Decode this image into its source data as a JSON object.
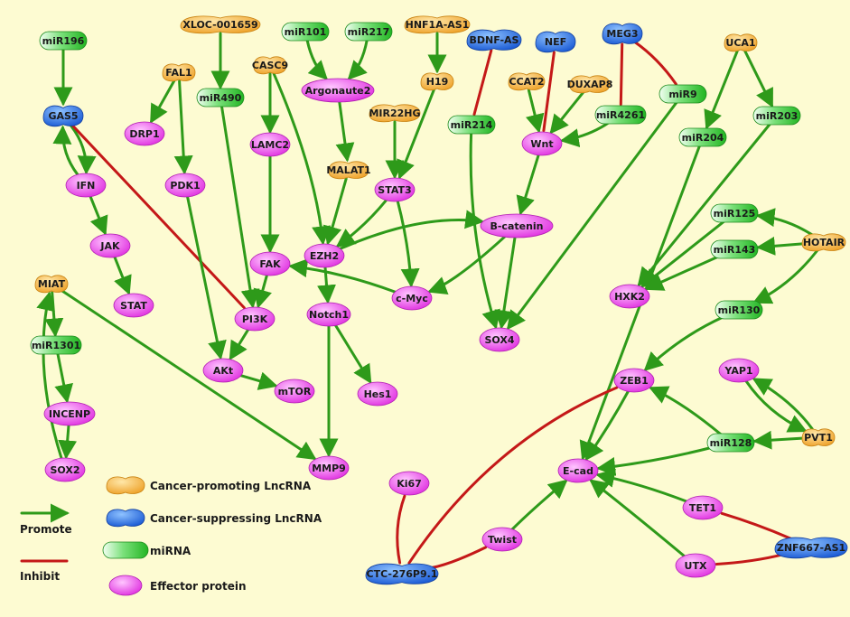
{
  "colors": {
    "background": "#fdfbd2",
    "promote": "#2e9a1a",
    "inhibit": "#c41818",
    "lnc_promoting": "#f5b83a",
    "lnc_suppressing": "#1f6fe0",
    "mirna": "#3ccf3c",
    "effector": "#ee40ee"
  },
  "nodes": [
    {
      "id": "miR196",
      "label": "miR196",
      "kind": "mirna"
    },
    {
      "id": "GAS5",
      "label": "GAS5",
      "kind": "lnc_suppressing"
    },
    {
      "id": "IFN",
      "label": "IFN",
      "kind": "effector"
    },
    {
      "id": "JAK",
      "label": "JAK",
      "kind": "effector"
    },
    {
      "id": "STAT",
      "label": "STAT",
      "kind": "effector"
    },
    {
      "id": "FAL1",
      "label": "FAL1",
      "kind": "lnc_promoting"
    },
    {
      "id": "DRP1",
      "label": "DRP1",
      "kind": "effector"
    },
    {
      "id": "PDK1",
      "label": "PDK1",
      "kind": "effector"
    },
    {
      "id": "XLOC",
      "label": "XLOC-001659",
      "kind": "lnc_promoting"
    },
    {
      "id": "miR490",
      "label": "miR490",
      "kind": "mirna"
    },
    {
      "id": "CASC9",
      "label": "CASC9",
      "kind": "lnc_promoting"
    },
    {
      "id": "LAMC2",
      "label": "LAMC2",
      "kind": "effector"
    },
    {
      "id": "miR101",
      "label": "miR101",
      "kind": "mirna"
    },
    {
      "id": "miR217",
      "label": "miR217",
      "kind": "mirna"
    },
    {
      "id": "Argonaute2",
      "label": "Argonaute2",
      "kind": "effector"
    },
    {
      "id": "HNF1A",
      "label": "HNF1A-AS1",
      "kind": "lnc_promoting"
    },
    {
      "id": "H19",
      "label": "H19",
      "kind": "lnc_promoting"
    },
    {
      "id": "MIR22HG",
      "label": "MIR22HG",
      "kind": "lnc_promoting"
    },
    {
      "id": "MALAT1",
      "label": "MALAT1",
      "kind": "lnc_promoting"
    },
    {
      "id": "STAT3",
      "label": "STAT3",
      "kind": "effector"
    },
    {
      "id": "BDNF",
      "label": "BDNF-AS",
      "kind": "lnc_suppressing"
    },
    {
      "id": "miR214",
      "label": "miR214",
      "kind": "mirna"
    },
    {
      "id": "NEF",
      "label": "NEF",
      "kind": "lnc_suppressing"
    },
    {
      "id": "CCAT2",
      "label": "CCAT2",
      "kind": "lnc_promoting"
    },
    {
      "id": "DUXAP8",
      "label": "DUXAP8",
      "kind": "lnc_promoting"
    },
    {
      "id": "MEG3",
      "label": "MEG3",
      "kind": "lnc_suppressing"
    },
    {
      "id": "miR4261",
      "label": "miR4261",
      "kind": "mirna"
    },
    {
      "id": "miR9",
      "label": "miR9",
      "kind": "mirna"
    },
    {
      "id": "Wnt",
      "label": "Wnt",
      "kind": "effector"
    },
    {
      "id": "UCA1",
      "label": "UCA1",
      "kind": "lnc_promoting"
    },
    {
      "id": "miR204",
      "label": "miR204",
      "kind": "mirna"
    },
    {
      "id": "miR203",
      "label": "miR203",
      "kind": "mirna"
    },
    {
      "id": "Bcatenin",
      "label": "B-catenin",
      "kind": "effector"
    },
    {
      "id": "FAK",
      "label": "FAK",
      "kind": "effector"
    },
    {
      "id": "EZH2",
      "label": "EZH2",
      "kind": "effector"
    },
    {
      "id": "cMyc",
      "label": "c-Myc",
      "kind": "effector"
    },
    {
      "id": "PI3K",
      "label": "PI3K",
      "kind": "effector"
    },
    {
      "id": "AKt",
      "label": "AKt",
      "kind": "effector"
    },
    {
      "id": "mTOR",
      "label": "mTOR",
      "kind": "effector"
    },
    {
      "id": "Notch1",
      "label": "Notch1",
      "kind": "effector"
    },
    {
      "id": "Hes1",
      "label": "Hes1",
      "kind": "effector"
    },
    {
      "id": "MMP9",
      "label": "MMP9",
      "kind": "effector"
    },
    {
      "id": "SOX4",
      "label": "SOX4",
      "kind": "effector"
    },
    {
      "id": "miR125",
      "label": "miR125",
      "kind": "mirna"
    },
    {
      "id": "miR143",
      "label": "miR143",
      "kind": "mirna"
    },
    {
      "id": "HOTAIR",
      "label": "HOTAIR",
      "kind": "lnc_promoting"
    },
    {
      "id": "HXK2",
      "label": "HXK2",
      "kind": "effector"
    },
    {
      "id": "miR130",
      "label": "miR130",
      "kind": "mirna"
    },
    {
      "id": "MIAT",
      "label": "MIAT",
      "kind": "lnc_promoting"
    },
    {
      "id": "miR1301",
      "label": "miR1301",
      "kind": "mirna"
    },
    {
      "id": "INCENP",
      "label": "INCENP",
      "kind": "effector"
    },
    {
      "id": "SOX2",
      "label": "SOX2",
      "kind": "effector"
    },
    {
      "id": "ZEB1",
      "label": "ZEB1",
      "kind": "effector"
    },
    {
      "id": "YAP1",
      "label": "YAP1",
      "kind": "effector"
    },
    {
      "id": "PVT1",
      "label": "PVT1",
      "kind": "lnc_promoting"
    },
    {
      "id": "miR128",
      "label": "miR128",
      "kind": "mirna"
    },
    {
      "id": "Ecad",
      "label": "E-cad",
      "kind": "effector"
    },
    {
      "id": "Ki67",
      "label": "Ki67",
      "kind": "effector"
    },
    {
      "id": "TET1",
      "label": "TET1",
      "kind": "effector"
    },
    {
      "id": "Twist",
      "label": "Twist",
      "kind": "effector"
    },
    {
      "id": "UTX",
      "label": "UTX",
      "kind": "effector"
    },
    {
      "id": "ZNF667",
      "label": "ZNF667-AS1",
      "kind": "lnc_suppressing"
    },
    {
      "id": "CTC",
      "label": "CTC-276P9.1",
      "kind": "lnc_suppressing"
    }
  ],
  "edges": [
    {
      "from": "miR196",
      "to": "GAS5",
      "type": "promote"
    },
    {
      "from": "GAS5",
      "to": "IFN",
      "type": "promote"
    },
    {
      "from": "IFN",
      "to": "GAS5",
      "type": "promote"
    },
    {
      "from": "IFN",
      "to": "JAK",
      "type": "promote"
    },
    {
      "from": "JAK",
      "to": "STAT",
      "type": "promote"
    },
    {
      "from": "GAS5",
      "to": "PI3K",
      "type": "inhibit"
    },
    {
      "from": "FAL1",
      "to": "DRP1",
      "type": "promote"
    },
    {
      "from": "FAL1",
      "to": "PDK1",
      "type": "promote"
    },
    {
      "from": "PDK1",
      "to": "AKt",
      "type": "promote"
    },
    {
      "from": "XLOC",
      "to": "miR490",
      "type": "promote"
    },
    {
      "from": "miR490",
      "to": "PI3K",
      "type": "promote"
    },
    {
      "from": "CASC9",
      "to": "LAMC2",
      "type": "promote"
    },
    {
      "from": "CASC9",
      "to": "EZH2",
      "type": "promote"
    },
    {
      "from": "LAMC2",
      "to": "FAK",
      "type": "promote"
    },
    {
      "from": "FAK",
      "to": "PI3K",
      "type": "promote"
    },
    {
      "from": "PI3K",
      "to": "AKt",
      "type": "promote"
    },
    {
      "from": "AKt",
      "to": "mTOR",
      "type": "promote"
    },
    {
      "from": "miR101",
      "to": "Argonaute2",
      "type": "promote"
    },
    {
      "from": "miR217",
      "to": "Argonaute2",
      "type": "promote"
    },
    {
      "from": "Argonaute2",
      "to": "MALAT1",
      "type": "promote"
    },
    {
      "from": "MALAT1",
      "to": "EZH2",
      "type": "promote"
    },
    {
      "from": "HNF1A",
      "to": "H19",
      "type": "promote"
    },
    {
      "from": "H19",
      "to": "STAT3",
      "type": "promote"
    },
    {
      "from": "MIR22HG",
      "to": "STAT3",
      "type": "promote"
    },
    {
      "from": "STAT3",
      "to": "EZH2",
      "type": "promote"
    },
    {
      "from": "STAT3",
      "to": "cMyc",
      "type": "promote"
    },
    {
      "from": "EZH2",
      "to": "Bcatenin",
      "type": "promote"
    },
    {
      "from": "EZH2",
      "to": "Notch1",
      "type": "promote"
    },
    {
      "from": "cMyc",
      "to": "FAK",
      "type": "promote"
    },
    {
      "from": "Notch1",
      "to": "Hes1",
      "type": "promote"
    },
    {
      "from": "Notch1",
      "to": "MMP9",
      "type": "promote"
    },
    {
      "from": "MIAT",
      "to": "MMP9",
      "type": "promote"
    },
    {
      "from": "MIAT",
      "to": "miR1301",
      "type": "promote"
    },
    {
      "from": "miR1301",
      "to": "INCENP",
      "type": "promote"
    },
    {
      "from": "INCENP",
      "to": "SOX2",
      "type": "promote"
    },
    {
      "from": "SOX2",
      "to": "MIAT",
      "type": "promote"
    },
    {
      "from": "BDNF",
      "to": "miR214",
      "type": "inhibit"
    },
    {
      "from": "miR214",
      "to": "SOX4",
      "type": "promote"
    },
    {
      "from": "NEF",
      "to": "Wnt",
      "type": "inhibit"
    },
    {
      "from": "CCAT2",
      "to": "Wnt",
      "type": "promote"
    },
    {
      "from": "DUXAP8",
      "to": "Wnt",
      "type": "promote"
    },
    {
      "from": "miR4261",
      "to": "Wnt",
      "type": "promote"
    },
    {
      "from": "MEG3",
      "to": "miR4261",
      "type": "inhibit"
    },
    {
      "from": "MEG3",
      "to": "miR9",
      "type": "inhibit"
    },
    {
      "from": "miR9",
      "to": "SOX4",
      "type": "promote"
    },
    {
      "from": "Wnt",
      "to": "Bcatenin",
      "type": "promote"
    },
    {
      "from": "Bcatenin",
      "to": "cMyc",
      "type": "promote"
    },
    {
      "from": "Bcatenin",
      "to": "SOX4",
      "type": "promote"
    },
    {
      "from": "UCA1",
      "to": "miR204",
      "type": "promote"
    },
    {
      "from": "UCA1",
      "to": "miR203",
      "type": "promote"
    },
    {
      "from": "miR204",
      "to": "Ecad",
      "type": "promote"
    },
    {
      "from": "miR203",
      "to": "HXK2",
      "type": "promote"
    },
    {
      "from": "HOTAIR",
      "to": "miR125",
      "type": "promote"
    },
    {
      "from": "HOTAIR",
      "to": "miR143",
      "type": "promote"
    },
    {
      "from": "HOTAIR",
      "to": "miR130",
      "type": "promote"
    },
    {
      "from": "miR125",
      "to": "HXK2",
      "type": "promote"
    },
    {
      "from": "miR143",
      "to": "HXK2",
      "type": "promote"
    },
    {
      "from": "miR130",
      "to": "ZEB1",
      "type": "promote"
    },
    {
      "from": "ZEB1",
      "to": "Ecad",
      "type": "promote"
    },
    {
      "from": "YAP1",
      "to": "PVT1",
      "type": "promote"
    },
    {
      "from": "PVT1",
      "to": "YAP1",
      "type": "promote"
    },
    {
      "from": "PVT1",
      "to": "miR128",
      "type": "promote"
    },
    {
      "from": "miR128",
      "to": "ZEB1",
      "type": "promote"
    },
    {
      "from": "miR128",
      "to": "Ecad",
      "type": "promote"
    },
    {
      "from": "TET1",
      "to": "Ecad",
      "type": "promote"
    },
    {
      "from": "UTX",
      "to": "Ecad",
      "type": "promote"
    },
    {
      "from": "ZNF667",
      "to": "TET1",
      "type": "inhibit"
    },
    {
      "from": "ZNF667",
      "to": "UTX",
      "type": "inhibit"
    },
    {
      "from": "Twist",
      "to": "Ecad",
      "type": "promote"
    },
    {
      "from": "CTC",
      "to": "Ki67",
      "type": "inhibit"
    },
    {
      "from": "CTC",
      "to": "Twist",
      "type": "inhibit"
    },
    {
      "from": "CTC",
      "to": "ZEB1",
      "type": "inhibit"
    }
  ],
  "legend": [
    {
      "kind": "lnc_promoting",
      "label": "Cancer-promoting LncRNA"
    },
    {
      "kind": "lnc_suppressing",
      "label": "Cancer-suppressing LncRNA"
    },
    {
      "kind": "mirna",
      "label": "miRNA"
    },
    {
      "kind": "effector",
      "label": "Effector protein"
    }
  ],
  "line_legend": [
    {
      "type": "promote",
      "label": "Promote"
    },
    {
      "type": "inhibit",
      "label": "Inhibit"
    }
  ]
}
